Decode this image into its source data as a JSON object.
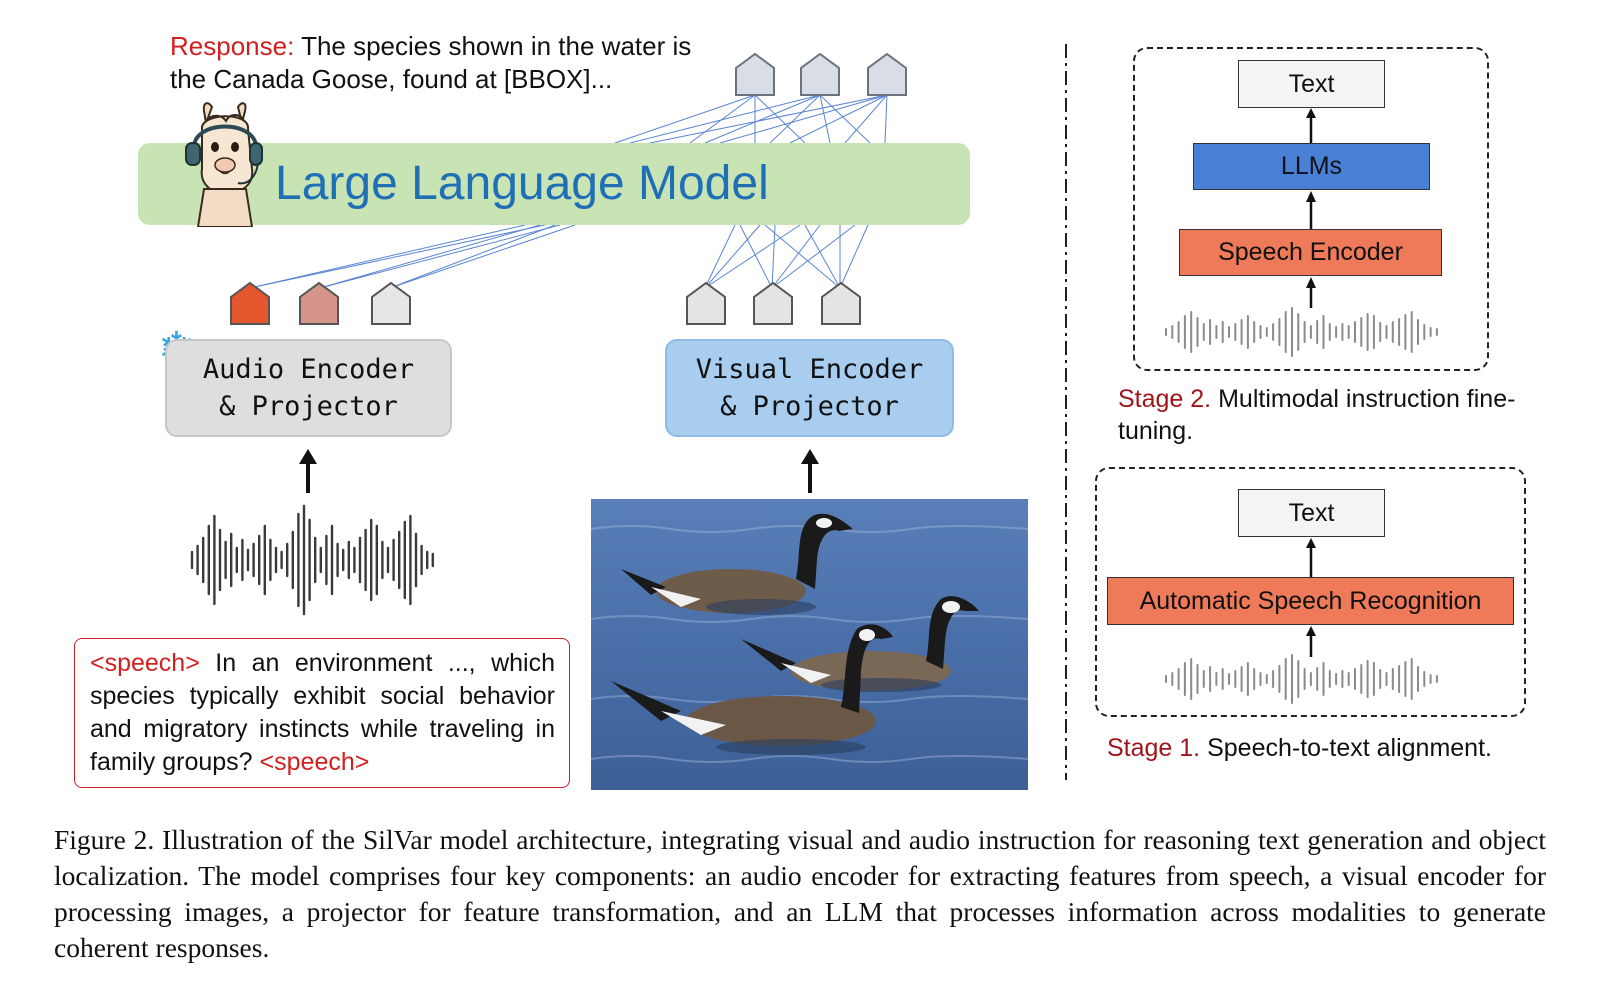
{
  "response": {
    "label": "Response:",
    "text": " The species shown in the water is the Canada Goose, found at [BBOX]..."
  },
  "llm": {
    "label": "Large Language Model"
  },
  "audio_encoder": {
    "line1": "Audio Encoder",
    "line2": "& Projector"
  },
  "visual_encoder": {
    "line1": "Visual Encoder",
    "line2": "& Projector"
  },
  "instruction": {
    "tag_open": "<speech>",
    "text": " In an environment ..., which species typically exhibit social behavior and migratory instincts while traveling in family groups? ",
    "tag_close": "<speech>"
  },
  "stage2": {
    "text_node": "Text",
    "llms_node": "LLMs",
    "encoder_node": "Speech Encoder",
    "caption_label": "Stage 2.",
    "caption_text": " Multimodal instruction fine-tuning."
  },
  "stage1": {
    "text_node": "Text",
    "asr_node": "Automatic Speech Recognition",
    "caption_label": "Stage 1.",
    "caption_text": " Speech-to-text alignment."
  },
  "figure_caption": "Figure 2. Illustration of the SilVar model architecture, integrating visual and audio instruction for reasoning text generation and object localization. The model comprises four key components: an audio encoder for extracting features from speech, a visual encoder for processing images, a projector for feature transformation, and an LLM that processes information across modalities to generate coherent responses.",
  "colors": {
    "token_active": "#e4572e",
    "token_mid": "#d6958a",
    "token_idle": "#e4e4e4",
    "connector": "#3d6fc9",
    "llm_fill": "#c8e4b4",
    "llm_text": "#1f6fb6",
    "accent_red": "#d22020"
  },
  "icons": {
    "mascot": "llama-with-headphones-icon",
    "frozen": "snowflake-icon",
    "waveform": "audio-waveform-icon",
    "arrow": "arrow-up-icon"
  }
}
